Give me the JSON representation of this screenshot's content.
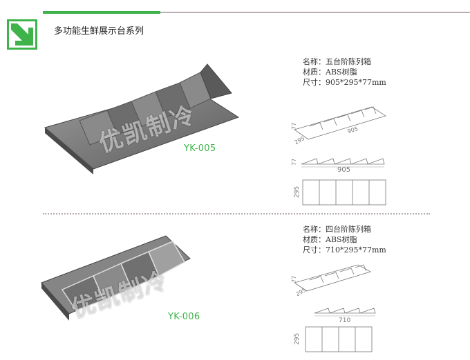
{
  "header": {
    "title": "多功能生鲜展示台系列"
  },
  "colors": {
    "accent": "#3db34a",
    "line": "#b9aeb4",
    "product": "#7b7b7b"
  },
  "products": [
    {
      "model": "YK-005",
      "name": "名称：五台阶陈列箱",
      "material": "材质：ABS树脂",
      "size": "尺寸：905*295*77mm",
      "dim_length": "905",
      "dim_width": "295",
      "dim_height": "77",
      "watermark": "优凯制冷"
    },
    {
      "model": "YK-006",
      "name": "名称：四台阶陈列箱",
      "material": "材质：ABS树脂",
      "size": "尺寸：710*295*77mm",
      "dim_length": "710",
      "dim_width": "295",
      "dim_height": "77",
      "watermark": "优凯制冷"
    }
  ]
}
